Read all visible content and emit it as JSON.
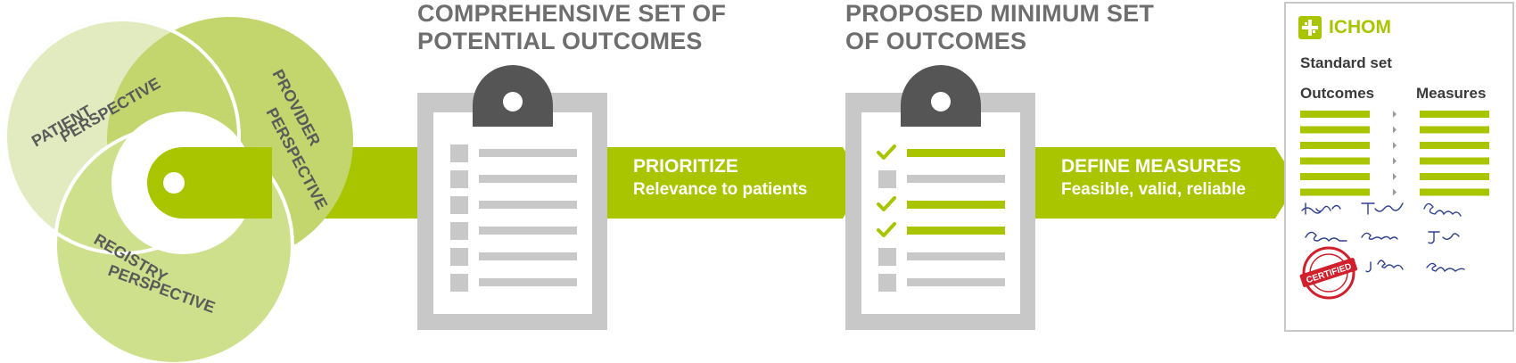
{
  "perspectives": {
    "patient": [
      "PATIENT",
      "PERSPECTIVE"
    ],
    "provider": [
      "PROVIDER",
      "PERSPECTIVE"
    ],
    "registry": [
      "REGISTRY",
      "PERSPECTIVE"
    ]
  },
  "step1": {
    "heading": [
      "COMPREHENSIVE SET OF",
      "POTENTIAL OUTCOMES"
    ]
  },
  "arrow1": {
    "title": "PRIORITIZE",
    "subtitle": "Relevance to patients"
  },
  "step2": {
    "heading": [
      "PROPOSED MINIMUM SET",
      "OF OUTCOMES"
    ]
  },
  "arrow2": {
    "title": "DEFINE MEASURES",
    "subtitle": "Feasible, valid, reliable"
  },
  "card": {
    "brand": "ICHOM",
    "subtitle": "Standard set",
    "outcomes_label": "Outcomes",
    "measures_label": "Measures",
    "stamp_text": "CERTIFIED",
    "signatures": [
      "Tim S.",
      "T.",
      "Elise",
      "E.",
      "E.",
      "J.",
      "J. Boland",
      "S."
    ]
  },
  "colors": {
    "green": "#a8c500",
    "light_green_1": "#e2ebbf",
    "light_green_2": "#c3d66e",
    "light_green_3": "#cfe08c",
    "gray_text": "#6e6e6e",
    "clipboard_frame": "#c8c8c8",
    "clipboard_clip": "#555555",
    "stamp_red": "#d11f2c",
    "signature_blue": "#2f3f8f"
  },
  "checklist1": {
    "checked": [
      false,
      false,
      false,
      false,
      false,
      false
    ]
  },
  "checklist2": {
    "checked": [
      true,
      false,
      true,
      true,
      false,
      false
    ]
  }
}
